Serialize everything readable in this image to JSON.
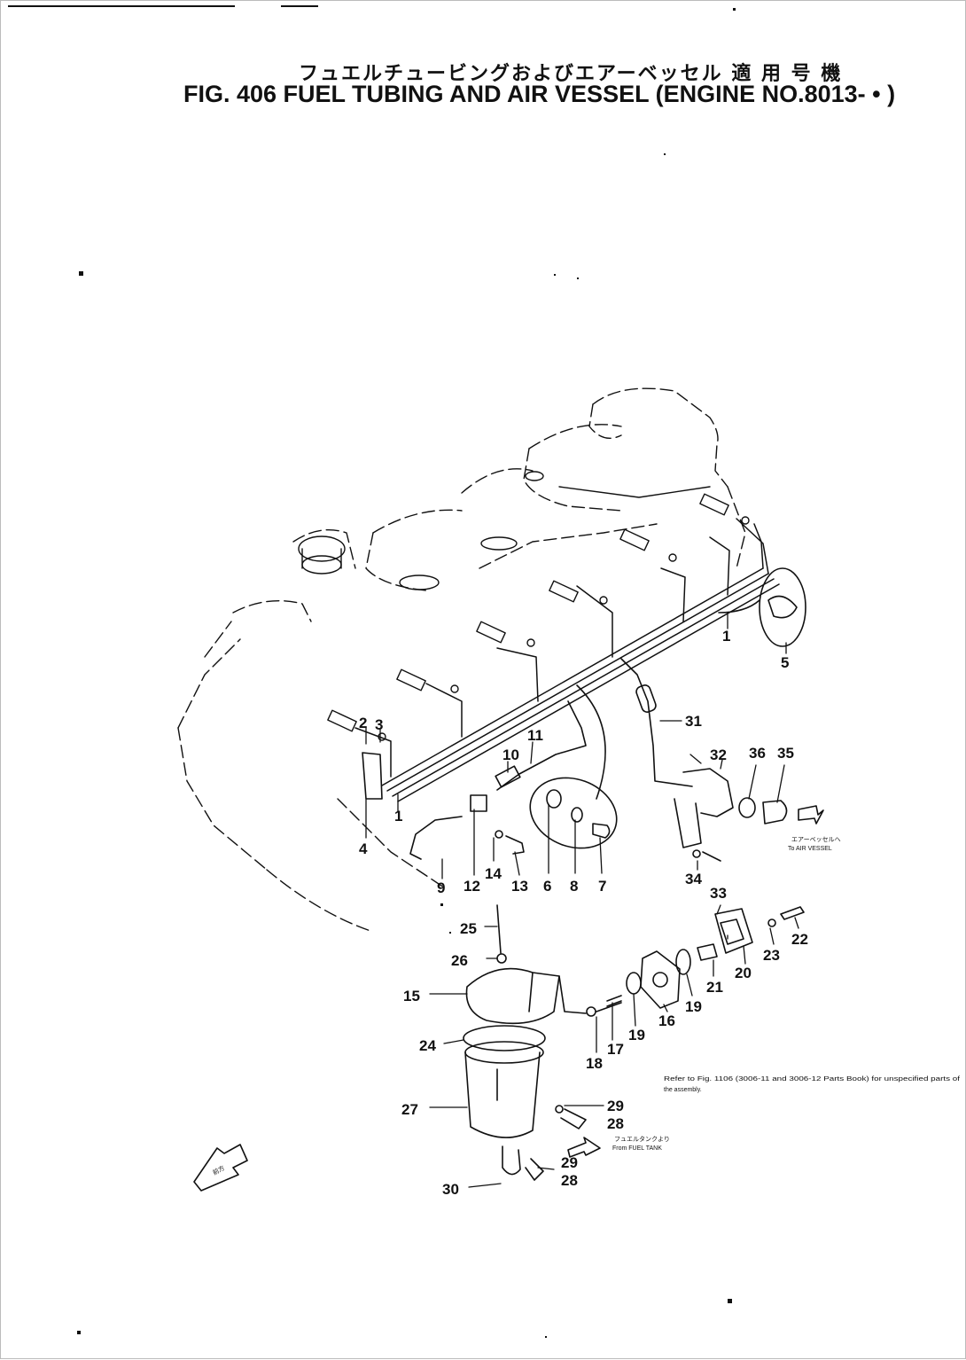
{
  "title": {
    "japanese": "フュエルチュービングおよびエアーベッセル 適 用 号 機",
    "english": "FIG. 406  FUEL TUBING AND AIR VESSEL (ENGINE NO.8013-  • )"
  },
  "arrows": {
    "air_vessel_jp": "エアーベッセルへ",
    "air_vessel": "To AIR VESSEL",
    "fuel_tank_jp": "フュエルタンクより",
    "fuel_tank": "From FUEL TANK",
    "front": "前方"
  },
  "reference_note": {
    "line1": "Refer to Fig. 1106 (3006-11 and 3006-12 Parts Book) for unspecified parts of",
    "line2": "the assembly."
  },
  "callouts": {
    "c1a": "1",
    "c1b": "1",
    "c2": "2",
    "c3": "3",
    "c4": "4",
    "c5": "5",
    "c6": "6",
    "c7": "7",
    "c8": "8",
    "c9": "9",
    "c10": "10",
    "c11": "11",
    "c12": "12",
    "c13": "13",
    "c14": "14",
    "c15": "15",
    "c16": "16",
    "c17": "17",
    "c18": "18",
    "c19a": "19",
    "c19b": "19",
    "c20": "20",
    "c21": "21",
    "c22": "22",
    "c23": "23",
    "c24": "24",
    "c25": "25",
    "c26": "26",
    "c27": "27",
    "c28a": "28",
    "c28b": "28",
    "c29a": "29",
    "c29b": "29",
    "c30": "30",
    "c31": "31",
    "c32": "32",
    "c33": "33",
    "c34": "34",
    "c35": "35",
    "c36": "36"
  }
}
